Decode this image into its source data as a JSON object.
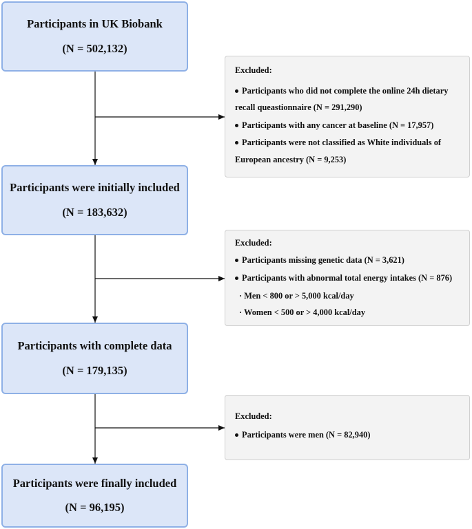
{
  "boxes": [
    {
      "title": "Participants in UK Biobank",
      "count": "(N = 502,132)"
    },
    {
      "title": "Participants were initially included",
      "count": "(N = 183,632)"
    },
    {
      "title": "Participants with complete data",
      "count": "(N = 179,135)"
    },
    {
      "title": "Participants were finally included",
      "count": "(N = 96,195)"
    }
  ],
  "exclusions": [
    {
      "heading": "Excluded:",
      "items": [
        "Participants who did not complete the online 24h dietary",
        "recall queastionnaire (N = 291,290)",
        "Participants with any cancer at baseline (N = 17,957)",
        "Participants were not classified as White individuals of",
        "European ancestry (N = 9,253)"
      ]
    },
    {
      "heading": "Excluded:",
      "items": [
        "Participants missing genetic data (N = 3,621)",
        "Participants with abnormal total energy intakes (N = 876)",
        "· Men < 800 or > 5,000 kcal/day",
        "· Women < 500 or > 4,000 kcal/day"
      ]
    },
    {
      "heading": "Excluded:",
      "items": [
        "Participants were men (N = 82,940)"
      ]
    }
  ],
  "colors": {
    "main_fill": "#dce6f8",
    "main_border": "#8eb0e6",
    "excluded_fill": "#f3f3f3",
    "excluded_border": "#cfcfcf",
    "arrow": "#111111"
  }
}
